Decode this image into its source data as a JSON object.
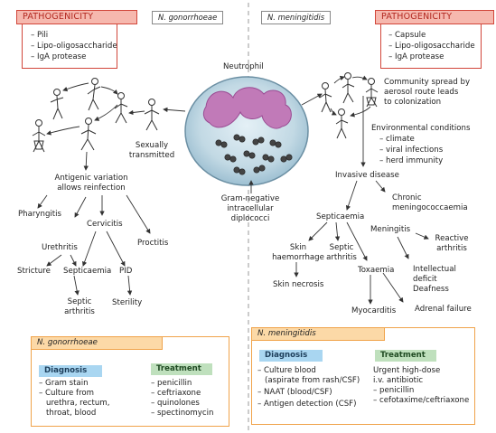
{
  "left": {
    "pathogenicity": {
      "title": "PATHOGENICITY",
      "items": [
        "– Pili",
        "– Lipo-oligosaccharide",
        "– IgA protease"
      ]
    },
    "organism": "N. gonorrhoeae",
    "sexually_transmitted": [
      "Sexually",
      "transmitted"
    ],
    "antigenic_variation": [
      "Antigenic variation",
      "allows reinfection"
    ],
    "pharyngitis": "Pharyngitis",
    "cervicitis": "Cervicitis",
    "proctitis": "Proctitis",
    "urethritis": "Urethritis",
    "stricture": "Stricture",
    "septicaemia": "Septicaemia",
    "pid": "PID",
    "septic_arthritis": [
      "Septic",
      "arthritis"
    ],
    "sterility": "Sterility"
  },
  "centre": {
    "neutrophil": "Neutrophil",
    "gram_negative": [
      "Gram-negative",
      "intracellular",
      "diplococci"
    ]
  },
  "right": {
    "organism": "N. meningitidis",
    "pathogenicity": {
      "title": "PATHOGENICITY",
      "items": [
        "– Capsule",
        "– Lipo-oligosaccharide",
        "– IgA protease"
      ]
    },
    "community": [
      "Community spread by",
      "aerosol route leads",
      "to colonization"
    ],
    "environmental": [
      "Environmental conditions",
      "– climate",
      "– viral infections",
      "– herd immunity"
    ],
    "invasive": "Invasive disease",
    "chronic": [
      "Chronic",
      "meningococcaemia"
    ],
    "septicaemia": "Septicaemia",
    "meningitis": "Meningitis",
    "reactive": [
      "Reactive",
      "arthritis"
    ],
    "skin_haem": [
      "Skin",
      "haemorrhage"
    ],
    "septic_arthritis": [
      "Septic",
      "arthritis"
    ],
    "skin_necrosis": "Skin necrosis",
    "toxaemia": "Toxaemia",
    "intellectual": [
      "Intellectual",
      "deficit",
      "Deafness"
    ],
    "myocarditis": "Myocarditis",
    "adrenal": "Adrenal failure"
  },
  "panel_left": {
    "title": "N. gonorrhoeae",
    "diagnosis": {
      "title": "Diagnosis",
      "lines": [
        "– Gram stain",
        "– Culture from",
        "urethra, rectum,",
        "throat, blood"
      ]
    },
    "treatment": {
      "title": "Treatment",
      "lines": [
        "– penicillin",
        "– ceftriaxone",
        "– quinolones",
        "– spectinomycin"
      ]
    }
  },
  "panel_right": {
    "title": "N. meningitidis",
    "diagnosis": {
      "title": "Diagnosis",
      "lines": [
        "– Culture blood",
        "(aspirate from rash/CSF)",
        "– NAAT (blood/CSF)",
        "– Antigen detection  (CSF)"
      ]
    },
    "treatment": {
      "title": "Treatment",
      "lines": [
        "Urgent high-dose",
        "i.v. antibiotic",
        "– penicillin",
        "– cefotaxime/ceftriaxone"
      ]
    }
  },
  "colors": {
    "patho_border": "#d1463a",
    "patho_fill": "#f6b8ae",
    "panel_border": "#f0a34a",
    "panel_head": "#fcd9a7",
    "diagnosis_head": "#a9d6f1",
    "treatment_head": "#bfe0bd",
    "cell": "#c7dce6",
    "nucleus": "#c17ab8",
    "divider": "#9a9a9a"
  },
  "icons": [
    "stick-figure-icon",
    "diplococcus-icon",
    "neutrophil-icon"
  ]
}
